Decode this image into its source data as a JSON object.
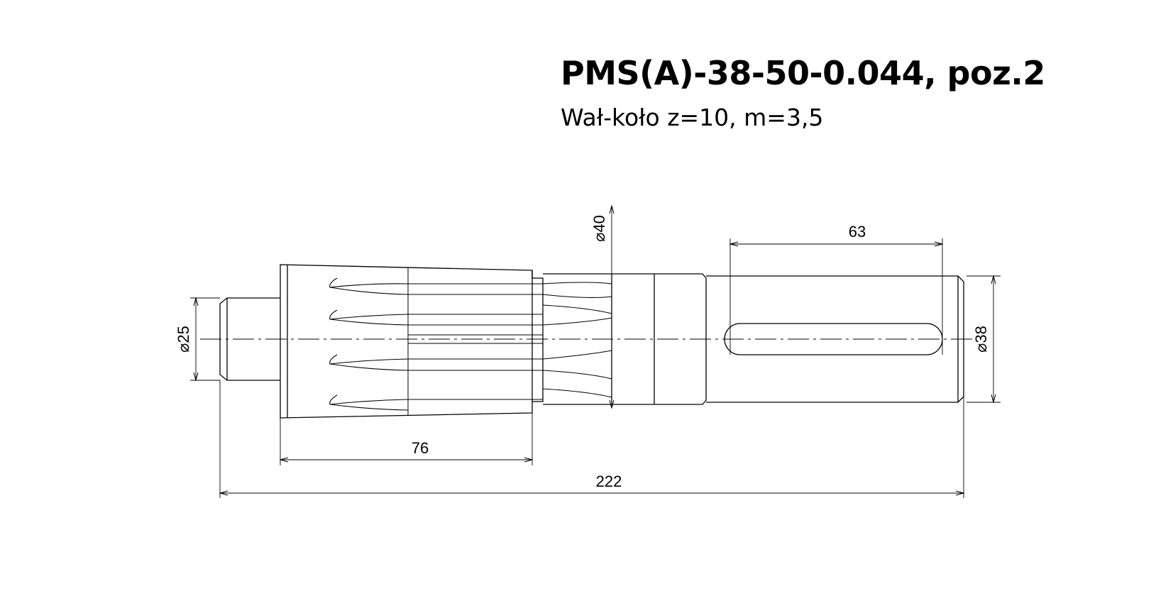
{
  "drawing": {
    "title": "PMS(A)-38-50-0.044, poz.2",
    "subtitle": "Wał-koło z=10, m=3,5",
    "line_color": "#000000",
    "background": "#ffffff"
  },
  "dimensions": {
    "dia_journal": "⌀25",
    "dia_gear": "⌀40",
    "dia_shaft": "⌀38",
    "keyway_length": "63",
    "gear_length": "76",
    "overall_length": "222"
  }
}
